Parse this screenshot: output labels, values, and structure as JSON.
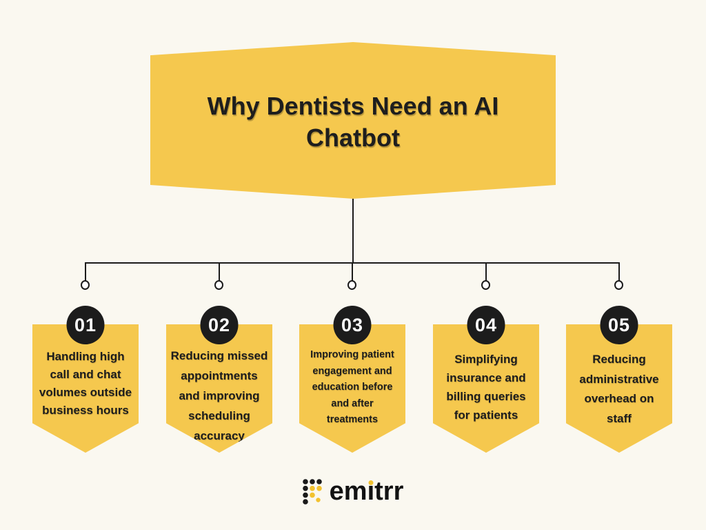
{
  "header": {
    "title_lines": [
      "Why Dentists Need an AI",
      "Chatbot"
    ]
  },
  "items": [
    {
      "number": "01",
      "lines": [
        "Handling high",
        "call and chat",
        "volumes outside",
        "business hours"
      ]
    },
    {
      "number": "02",
      "lines": [
        "Reducing missed",
        "appointments",
        "and improving",
        "scheduling",
        "accuracy"
      ]
    },
    {
      "number": "03",
      "lines": [
        "Improving patient",
        "engagement and",
        "education before",
        "and after",
        "treatments"
      ]
    },
    {
      "number": "04",
      "lines": [
        "Simplifying",
        "insurance and",
        "billing queries",
        "for patients"
      ]
    },
    {
      "number": "05",
      "lines": [
        "Reducing",
        "administrative",
        "overhead on",
        "staff"
      ]
    }
  ],
  "logo": {
    "part1": "em",
    "i_char": "ı",
    "part2": "trr"
  },
  "colors": {
    "yellow": "#F5C84E",
    "ink": "#1B1B1B",
    "background": "#FAF8F0",
    "badge_black": "#1C1C1C",
    "logo_dot_yellow": "#F2C230",
    "white": "#FFFFFF"
  }
}
